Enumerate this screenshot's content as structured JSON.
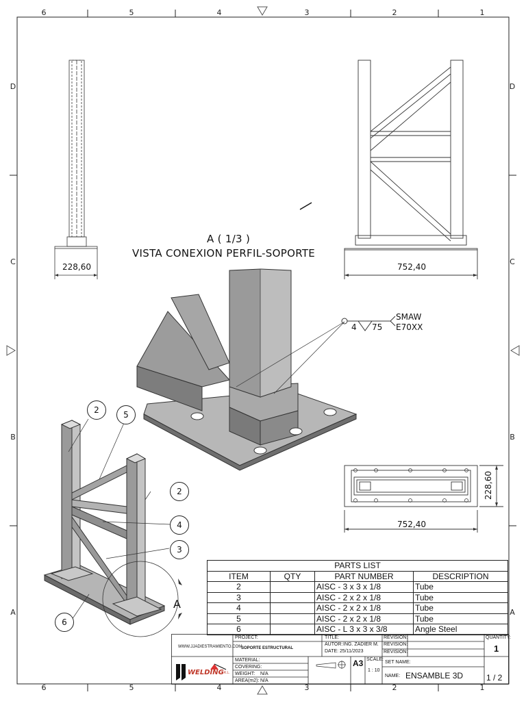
{
  "zones": {
    "columns": [
      "6",
      "5",
      "4",
      "3",
      "2",
      "1"
    ],
    "rows": [
      "D",
      "C",
      "B",
      "A"
    ]
  },
  "views": {
    "side_left_dim": "228,60",
    "front_right_dim": "752,40",
    "detail_title": "A ( 1/3 )",
    "detail_subtitle": "VISTA CONEXION PERFIL-SOPORTE",
    "weld_size": "4",
    "weld_length": "75",
    "weld_process": "SMAW",
    "weld_electrode": "E70XX",
    "plan_width_dim": "752,40",
    "plan_depth_dim": "228,60",
    "detail_callout": "A"
  },
  "balloons": [
    "2",
    "5",
    "2",
    "4",
    "3",
    "6"
  ],
  "parts_list": {
    "title": "PARTS LIST",
    "headers": [
      "ITEM",
      "QTY",
      "PART NUMBER",
      "DESCRIPTION"
    ],
    "rows": [
      {
        "item": "2",
        "qty": "",
        "part": "AISC - 3 x 3 x 1/8",
        "desc": "Tube"
      },
      {
        "item": "3",
        "qty": "",
        "part": "AISC - 2 x 2 x 1/8",
        "desc": "Tube"
      },
      {
        "item": "4",
        "qty": "",
        "part": "AISC - 2 x 2 x 1/8",
        "desc": "Tube"
      },
      {
        "item": "5",
        "qty": "",
        "part": "AISC - 2 x 2 x 1/8",
        "desc": "Tube"
      },
      {
        "item": "6",
        "qty": "",
        "part": "AISC - L 3 x 3 x 3/8",
        "desc": "Angle Steel"
      }
    ]
  },
  "title_block": {
    "website": "WWW.JJADIESTRAMIENTO.COM",
    "project_label": "PROJECT:",
    "project_value": "SOPORTE ESTRUCTURAL",
    "title_label": "TITLE:",
    "autor_label": "AUTOR:",
    "autor_value": "ING. ZADIER M.",
    "date_label": "DATE:",
    "date_value": "25/11/2023",
    "revision_label": "REVISION:",
    "quantity_label": "QUANTITY:",
    "quantity_value": "1",
    "material_label": "MATERIAL:",
    "covering_label": "COVERING:",
    "weight_label": "WEIGHT:",
    "weight_value": "N/A",
    "area_label": "AREA(m2):",
    "area_value": "N/A",
    "sheet_size": "A3",
    "scale_label": "SCALE:",
    "scale_value": "1 : 10",
    "set_name_label": "SET NAME:",
    "name_label": "NAME:",
    "name_value": "ENSAMBLE 3D",
    "sheet": "1 / 2",
    "logo_text": "WELDING",
    "logo_suffix": "E.I.R.L."
  }
}
